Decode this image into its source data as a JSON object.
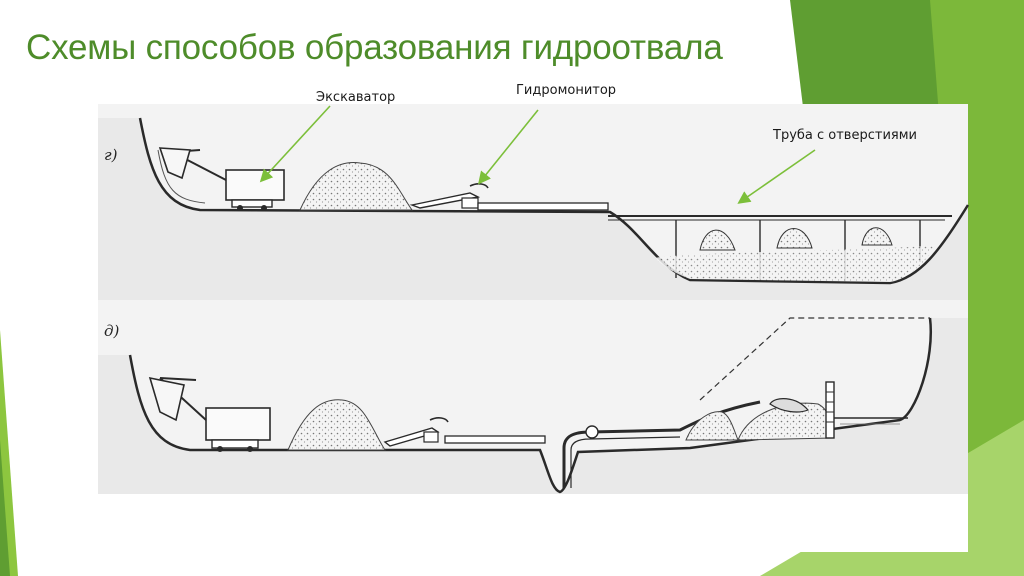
{
  "slide": {
    "title": "Схемы способов образования гидроотвала"
  },
  "diagram": {
    "labels": {
      "excavator": "Экскаватор",
      "hydromonitor": "Гидромонитор",
      "perforated_pipe": "Труба с отверстиями"
    },
    "scheme_marks": {
      "top": "г)",
      "bottom": "д)"
    }
  },
  "colors": {
    "title": "#4e8c2a",
    "accent_light": "#8dc63f",
    "accent_mid": "#6aa536",
    "accent_dark": "#3f7a24",
    "arrow": "#7cbf3a",
    "ink": "#2a2a2a"
  }
}
